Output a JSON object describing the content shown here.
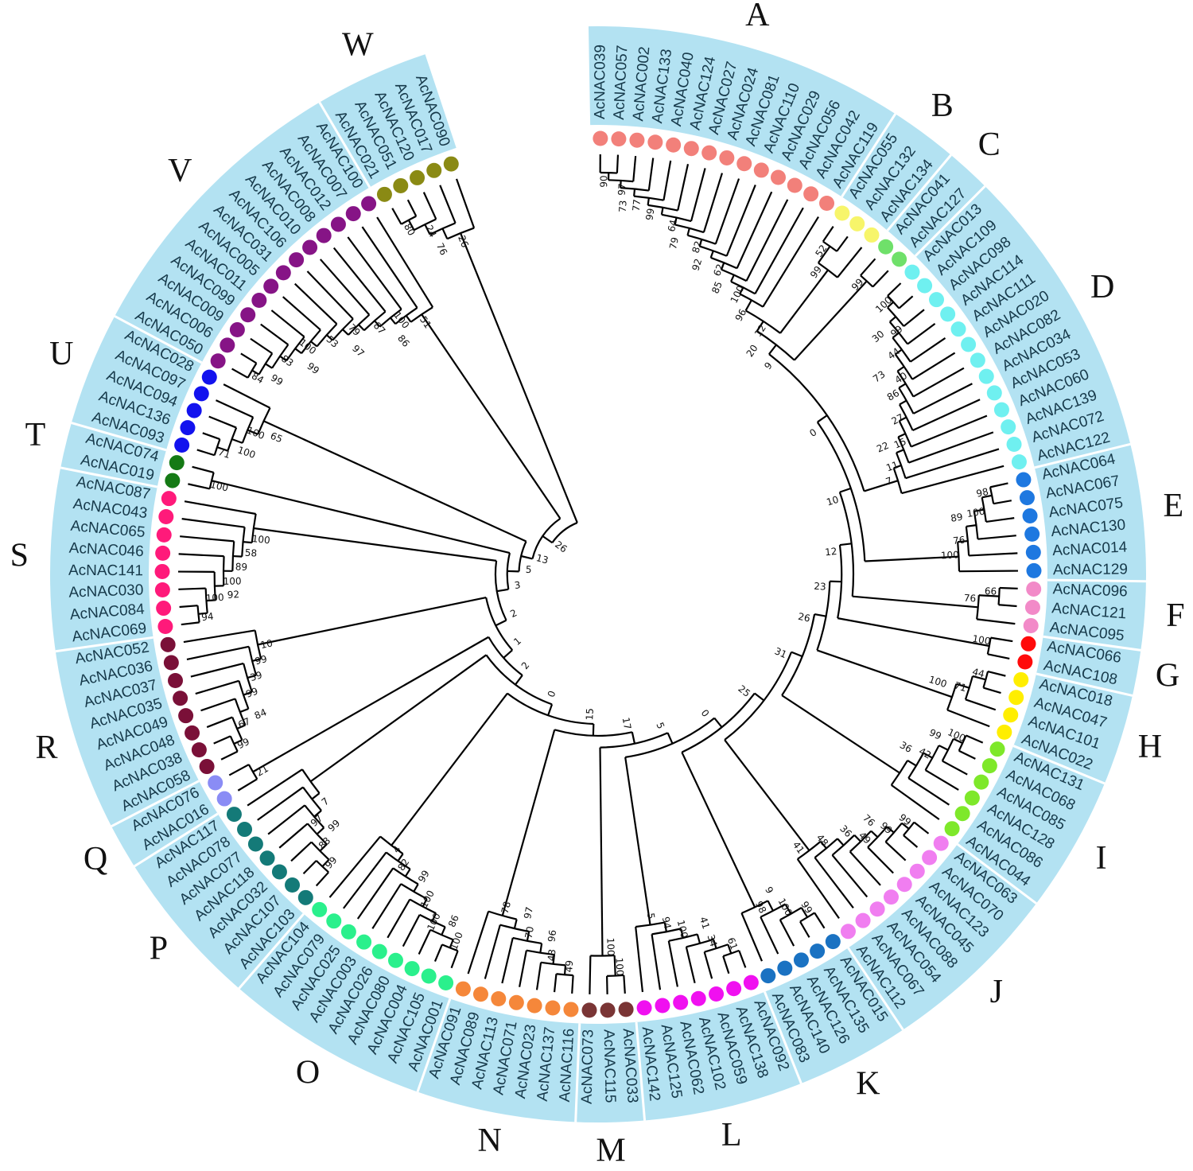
{
  "colors": {
    "band": "#b3e2f2",
    "separator": "#ffffff",
    "branch": "#000000",
    "label_text": "#16394a"
  },
  "groups": [
    {
      "letter": "A",
      "color": "#f2807a",
      "leaves": [
        "AcNAC039",
        "AcNAC057",
        "AcNAC002",
        "AcNAC133",
        "AcNAC040",
        "AcNAC124",
        "AcNAC027",
        "AcNAC024",
        "AcNAC081",
        "AcNAC110",
        "AcNAC029",
        "AcNAC056",
        "AcNAC042",
        "AcNAC119"
      ],
      "bootstrap": [
        "90",
        "97",
        "73",
        "77",
        "99",
        "64",
        "79",
        "82",
        "92",
        "62",
        "85",
        "100",
        "96"
      ]
    },
    {
      "letter": "B",
      "color": "#f7f56a",
      "leaves": [
        "AcNAC055",
        "AcNAC132",
        "AcNAC134"
      ],
      "bootstrap": [
        "52",
        "99"
      ]
    },
    {
      "letter": "C",
      "color": "#6fe06a",
      "leaves": [
        "AcNAC041",
        "AcNAC127"
      ],
      "bootstrap": [
        "99"
      ]
    },
    {
      "letter": "D",
      "color": "#6ff0f0",
      "leaves": [
        "AcNAC013",
        "AcNAC109",
        "AcNAC098",
        "AcNAC114",
        "AcNAC111",
        "AcNAC020",
        "AcNAC082",
        "AcNAC034",
        "AcNAC053",
        "AcNAC060",
        "AcNAC139",
        "AcNAC072",
        "AcNAC122"
      ],
      "bootstrap": [
        "100",
        "99",
        "30",
        "44",
        "40",
        "73",
        "86",
        "27",
        "15",
        "22",
        "11",
        "7"
      ]
    },
    {
      "letter": "E",
      "color": "#1e78e0",
      "leaves": [
        "AcNAC064",
        "AcNAC067",
        "AcNAC075",
        "AcNAC130",
        "AcNAC014",
        "AcNAC129"
      ],
      "bootstrap": [
        "98",
        "100",
        "89",
        "76",
        "100"
      ]
    },
    {
      "letter": "F",
      "color": "#f28ac8",
      "leaves": [
        "AcNAC096",
        "AcNAC121",
        "AcNAC095"
      ],
      "bootstrap": [
        "66",
        "76"
      ]
    },
    {
      "letter": "G",
      "color": "#ff0a0a",
      "leaves": [
        "AcNAC066",
        "AcNAC108"
      ],
      "bootstrap": [
        "100"
      ]
    },
    {
      "letter": "H",
      "color": "#ffee00",
      "leaves": [
        "AcNAC018",
        "AcNAC047",
        "AcNAC101",
        "AcNAC022"
      ],
      "bootstrap": [
        "44",
        "71",
        "100"
      ]
    },
    {
      "letter": "I",
      "color": "#7ee82a",
      "leaves": [
        "AcNAC131",
        "AcNAC068",
        "AcNAC085",
        "AcNAC128",
        "AcNAC086",
        "AcNAC044"
      ],
      "bootstrap": [
        "100",
        "99",
        "42",
        "36"
      ]
    },
    {
      "letter": "J",
      "color": "#f07ef0",
      "leaves": [
        "AcNAC063",
        "AcNAC070",
        "AcNAC123",
        "AcNAC045",
        "AcNAC088",
        "AcNAC054",
        "AcNAC067",
        "AcNAC112"
      ],
      "bootstrap": [
        "99",
        "99",
        "49",
        "76",
        "36",
        "48",
        "41"
      ]
    },
    {
      "letter": "K",
      "color": "#1a72c2",
      "leaves": [
        "AcNAC015",
        "AcNAC135",
        "AcNAC126",
        "AcNAC140",
        "AcNAC083"
      ],
      "bootstrap": [
        "99",
        "100",
        "98",
        "9"
      ]
    },
    {
      "letter": "L",
      "color": "#f010f0",
      "leaves": [
        "AcNAC092",
        "AcNAC138",
        "AcNAC059",
        "AcNAC102",
        "AcNAC062",
        "AcNAC125",
        "AcNAC142"
      ],
      "bootstrap": [
        "61",
        "34",
        "41",
        "100",
        "94",
        "5"
      ]
    },
    {
      "letter": "M",
      "color": "#7a3535",
      "leaves": [
        "AcNAC033",
        "AcNAC115",
        "AcNAC073"
      ],
      "bootstrap": [
        "100",
        "100"
      ]
    },
    {
      "letter": "N",
      "color": "#f5873a",
      "leaves": [
        "AcNAC116",
        "AcNAC137",
        "AcNAC023",
        "AcNAC071",
        "AcNAC113",
        "AcNAC089",
        "AcNAC091"
      ],
      "bootstrap": [
        "49",
        "43",
        "96",
        "70",
        "97",
        "78"
      ]
    },
    {
      "letter": "O",
      "color": "#2af08c",
      "leaves": [
        "AcNAC001",
        "AcNAC105",
        "AcNAC004",
        "AcNAC080",
        "AcNAC026",
        "AcNAC003",
        "AcNAC025",
        "AcNAC079",
        "AcNAC104"
      ],
      "bootstrap": [
        "100",
        "100",
        "86",
        "100",
        "99",
        "82",
        "4"
      ]
    },
    {
      "letter": "P",
      "color": "#147a78",
      "leaves": [
        "AcNAC103",
        "AcNAC107",
        "AcNAC032",
        "AcNAC118",
        "AcNAC077",
        "AcNAC078",
        "AcNAC117"
      ],
      "bootstrap": [
        "99",
        "83",
        "97",
        "99",
        "7"
      ]
    },
    {
      "letter": "Q",
      "color": "#8a8cf5",
      "leaves": [
        "AcNAC016",
        "AcNAC076"
      ],
      "bootstrap": [
        "21"
      ]
    },
    {
      "letter": "R",
      "color": "#7a1038",
      "leaves": [
        "AcNAC058",
        "AcNAC038",
        "AcNAC048",
        "AcNAC049",
        "AcNAC035",
        "AcNAC037",
        "AcNAC036",
        "AcNAC052"
      ],
      "bootstrap": [
        "99",
        "67",
        "84",
        "99",
        "39",
        "99",
        "10"
      ]
    },
    {
      "letter": "S",
      "color": "#ff1a7a",
      "leaves": [
        "AcNAC069",
        "AcNAC084",
        "AcNAC030",
        "AcNAC141",
        "AcNAC046",
        "AcNAC065",
        "AcNAC043",
        "AcNAC087"
      ],
      "bootstrap": [
        "94",
        "100",
        "92",
        "100",
        "89",
        "58",
        "100"
      ]
    },
    {
      "letter": "T",
      "color": "#157a15",
      "leaves": [
        "AcNAC019",
        "AcNAC074"
      ],
      "bootstrap": [
        "100"
      ]
    },
    {
      "letter": "U",
      "color": "#1212ee",
      "leaves": [
        "AcNAC093",
        "AcNAC136",
        "AcNAC094",
        "AcNAC097",
        "AcNAC028"
      ],
      "bootstrap": [
        "71",
        "100",
        "100",
        "65"
      ]
    },
    {
      "letter": "V",
      "color": "#861486",
      "leaves": [
        "AcNAC050",
        "AcNAC006",
        "AcNAC009",
        "AcNAC099",
        "AcNAC011",
        "AcNAC005",
        "AcNAC031",
        "AcNAC106",
        "AcNAC010",
        "AcNAC008",
        "AcNAC012",
        "AcNAC007",
        "AcNAC100"
      ],
      "bootstrap": [
        "84",
        "99",
        "83",
        "100",
        "99",
        "53",
        "79",
        "97",
        "87",
        "100",
        "86",
        "51"
      ]
    },
    {
      "letter": "W",
      "color": "#8a8a14",
      "leaves": [
        "AcNAC021",
        "AcNAC051",
        "AcNAC120",
        "AcNAC017",
        "AcNAC090"
      ],
      "bootstrap": [
        "80",
        "24",
        "76",
        "26"
      ]
    }
  ],
  "backbone_bootstrap": [
    "12",
    "20",
    "9",
    "0",
    "10",
    "12",
    "23",
    "26",
    "31",
    "25",
    "0",
    "5",
    "17",
    "15",
    "0",
    "2",
    "1",
    "2",
    "3",
    "5",
    "13",
    "26"
  ]
}
